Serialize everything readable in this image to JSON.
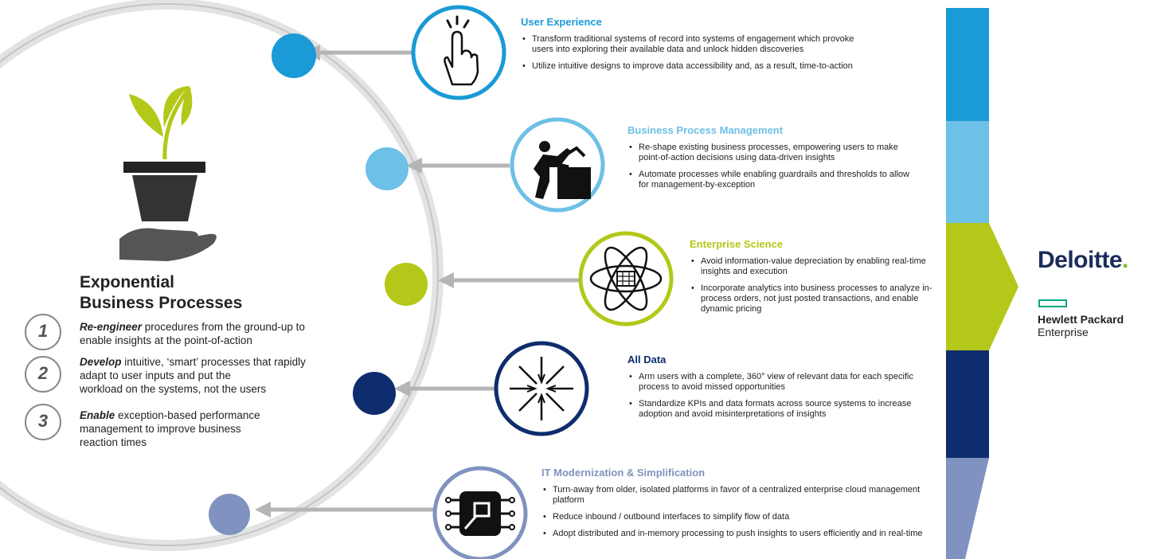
{
  "main": {
    "title_line1": "Exponential",
    "title_line2": "Business Processes",
    "steps": [
      {
        "num": "1",
        "bold": "Re-engineer",
        "line1": " procedures from the ground-up to",
        "line2": "enable insights at the point-of-action",
        "line3": ""
      },
      {
        "num": "2",
        "bold": "Develop",
        "line1": " intuitive, ‘smart’ processes that rapidly",
        "line2": "adapt to user inputs and put the",
        "line3": "workload on the systems, not the users"
      },
      {
        "num": "3",
        "bold": "Enable",
        "line1": " exception-based performance",
        "line2": "management to improve business",
        "line3": "reaction times"
      }
    ]
  },
  "sections": [
    {
      "title": "User Experience",
      "color": "#1a9ad6",
      "icon": "pointing-hand-icon",
      "bullets": [
        "Transform traditional systems of record into systems of engagement which provoke users into exploring their available data and unlock hidden discoveries",
        "Utilize intuitive designs to improve data accessibility and, as a result, time-to-action"
      ]
    },
    {
      "title": "Business Process Management",
      "color": "#6dc0e6",
      "icon": "person-pushing-box-icon",
      "bullets": [
        "Re-shape existing business processes, empowering users to make point-of-action decisions using data-driven insights",
        "Automate processes while enabling guardrails and thresholds to allow for management-by-exception"
      ]
    },
    {
      "title": "Enterprise Science",
      "color": "#b3c818",
      "icon": "atom-icon",
      "bullets": [
        "Avoid information-value depreciation by enabling real-time insights and execution",
        "Incorporate analytics into business processes to analyze in-process orders, not just posted transactions, and enable dynamic pricing"
      ]
    },
    {
      "title": "All Data",
      "color": "#0e2d6e",
      "icon": "converging-arrows-icon",
      "bullets": [
        "Arm users with a complete, 360° view of relevant data for each specific process to avoid missed opportunities",
        "Standardize KPIs and data formats across source systems to increase adoption and avoid misinterpretations of insights"
      ]
    },
    {
      "title": "IT Modernization & Simplification",
      "color": "#8092bf",
      "icon": "chip-icon",
      "bullets": [
        "Turn-away from older, isolated platforms in favor of a centralized enterprise cloud management platform",
        "Reduce inbound / outbound interfaces to simplify flow of data",
        "Adopt distributed and in-memory processing to push insights to users efficiently and in real-time"
      ]
    }
  ],
  "logos": {
    "deloitte": "Deloitte",
    "deloitte_dot": ".",
    "hpe_line1": "Hewlett Packard",
    "hpe_line2": "Enterprise"
  },
  "colors": {
    "arc": "#d0d0d0",
    "arrow": "#b5b5b5",
    "plant": "#b3c818",
    "pot": "#333333"
  }
}
